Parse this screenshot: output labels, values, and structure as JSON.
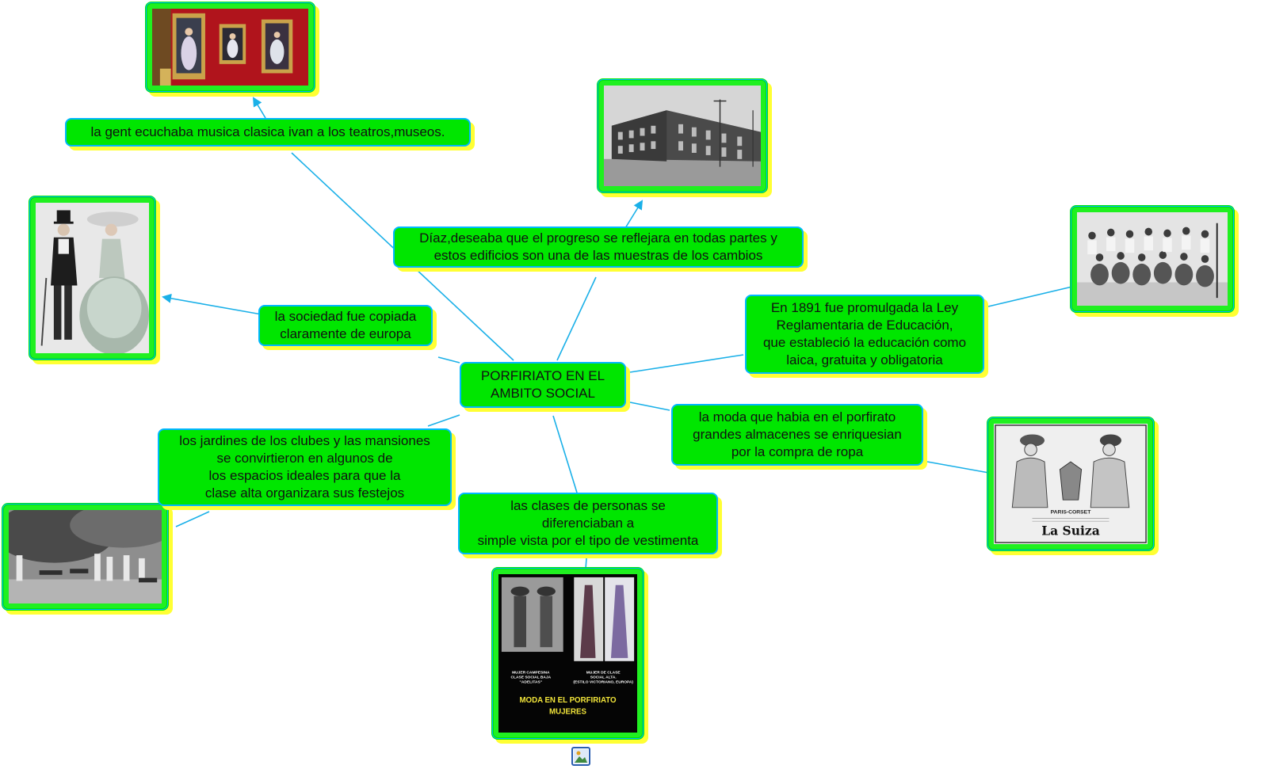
{
  "central": "PORFIRIATO EN EL\nAMBITO SOCIAL",
  "nodes": {
    "musica": "la gent ecuchaba musica  clasica ivan a los teatros,museos.",
    "diaz": "Díaz,deseaba que el progreso se reflejara en todas partes y\nestos edificios son una de las muestras de los cambios",
    "sociedad": "la sociedad fue copiada\nclaramente de europa",
    "ley": "En 1891 fue promulgada la Ley\nReglamentaria de Educación,\nque estableció la educación como\nlaica, gratuita y obligatoria",
    "moda": "la moda que habia en el porfirato\ngrandes almacenes se enriquesian\npor la compra de ropa",
    "jardines": "los jardines de los clubes y las mansiones\nse convirtieron en algunos de\nlos espacios ideales para que la\nclase alta organizara sus festejos",
    "clases": "las clases de personas se\ndiferenciaban a\nsimple vista por el tipo de vestimenta"
  },
  "images": {
    "museum": "museum-paintings-image",
    "building": "building-photo-image",
    "couple": "victorian-couple-image",
    "group": "group-photo-image",
    "corset": {
      "brand_top": "PARIS-CORSET",
      "brand": "La Suiza"
    },
    "garden": "garden-party-image",
    "fashion": {
      "caption_left": "MUJER CAMPESINA\nCLASE SOCIAL BAJA\n\"ADELITAS\"",
      "caption_right": "MUJER DE CLASE\nSOCIAL ALTA.\n(ESTILO VICTORIANO, EUROPA)",
      "title_1": "MODA EN EL PORFIRIATO",
      "title_2": "MUJERES"
    }
  },
  "colors": {
    "node_fill": "#00e600",
    "node_border": "#00b7ff",
    "shadow": "#ffff33",
    "link": "#1ab0e8"
  }
}
